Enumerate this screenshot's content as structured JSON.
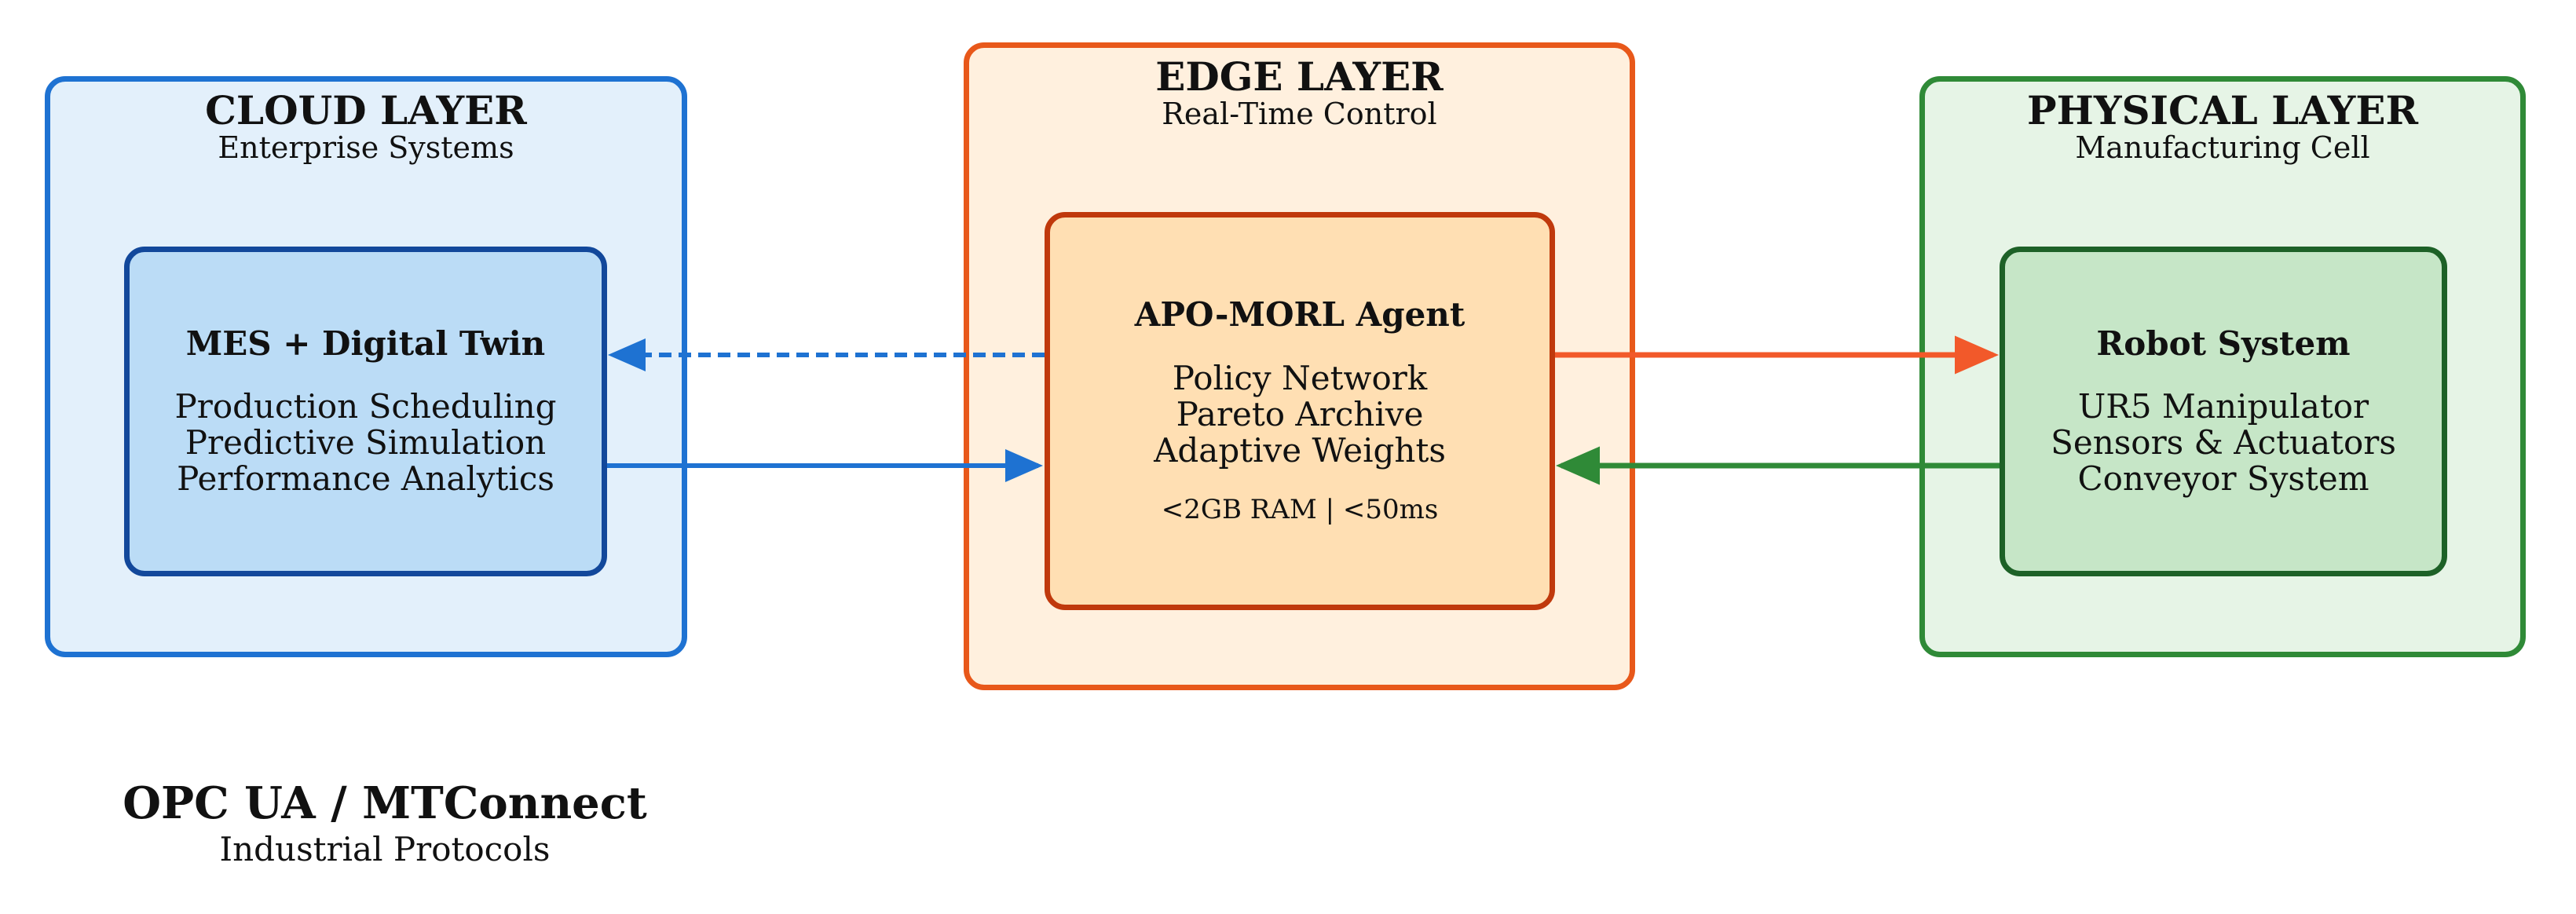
{
  "layers": {
    "cloud": {
      "title": "CLOUD LAYER",
      "subtitle": "Enterprise Systems",
      "color": "#1e72d2",
      "fill": "#e3f0fb"
    },
    "edge": {
      "title": "EDGE LAYER",
      "subtitle": "Real-Time Control",
      "color": "#e8581a",
      "fill": "#fff0de"
    },
    "physical": {
      "title": "PHYSICAL LAYER",
      "subtitle": "Manufacturing Cell",
      "color": "#2f8a37",
      "fill": "#e6f4e6"
    }
  },
  "components": {
    "mes": {
      "title": "MES + Digital Twin",
      "lines": [
        "Production Scheduling",
        "Predictive Simulation",
        "Performance Analytics"
      ]
    },
    "agent": {
      "title": "APO-MORL Agent",
      "lines": [
        "Policy Network",
        "Pareto Archive",
        "Adaptive Weights"
      ],
      "specs": "<2GB RAM  |  <50ms"
    },
    "robot": {
      "title": "Robot System",
      "lines": [
        "UR5 Manipulator",
        "Sensors & Actuators",
        "Conveyor System"
      ]
    }
  },
  "connections": [
    {
      "from": "agent",
      "to": "mes",
      "style": "dashed",
      "color": "#1e72d2"
    },
    {
      "from": "mes",
      "to": "agent",
      "style": "solid",
      "color": "#1e72d2"
    },
    {
      "from": "agent",
      "to": "robot",
      "style": "solid",
      "color": "#f2592a"
    },
    {
      "from": "robot",
      "to": "agent",
      "style": "solid",
      "color": "#2f8a37"
    }
  ],
  "protocol": {
    "title": "OPC UA / MTConnect",
    "subtitle": "Industrial Protocols"
  }
}
